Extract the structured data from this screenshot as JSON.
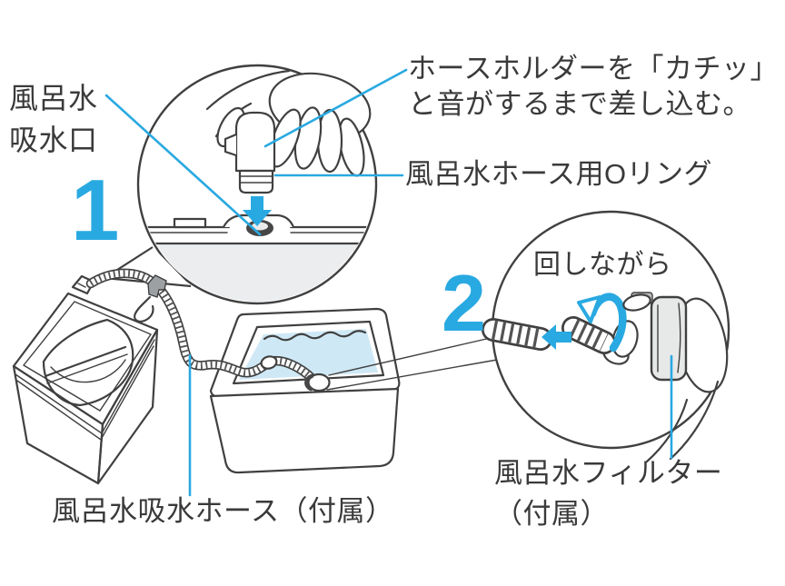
{
  "title": "Bath water hose installation diagram",
  "colors": {
    "accent_blue": "#29A9E1",
    "water_blue": "#CFE8F5",
    "line_gray": "#404040",
    "fill_gray": "#ECEDEE",
    "clip_gray": "#9DA0A3",
    "text_gray": "#3A3A3A"
  },
  "step1": {
    "number": "1",
    "intake_label": {
      "line1": "風呂水",
      "line2": "吸水口"
    },
    "instruction": {
      "line1": "ホースホルダーを「カチッ」",
      "line2": "と音がするまで差し込む。"
    },
    "oring_label": "風呂水ホース用Oリング"
  },
  "step2": {
    "number": "2",
    "rotate_label": "回しながら",
    "filter_label": {
      "line1": "風呂水フィルター",
      "line2": "（付属）"
    }
  },
  "hose_label": "風呂水吸水ホース（付属）",
  "icons": {
    "down_arrow": "insert-direction-down",
    "left_arrow": "push-hose-left",
    "rotate_arrow": "turn-while-pushing"
  }
}
